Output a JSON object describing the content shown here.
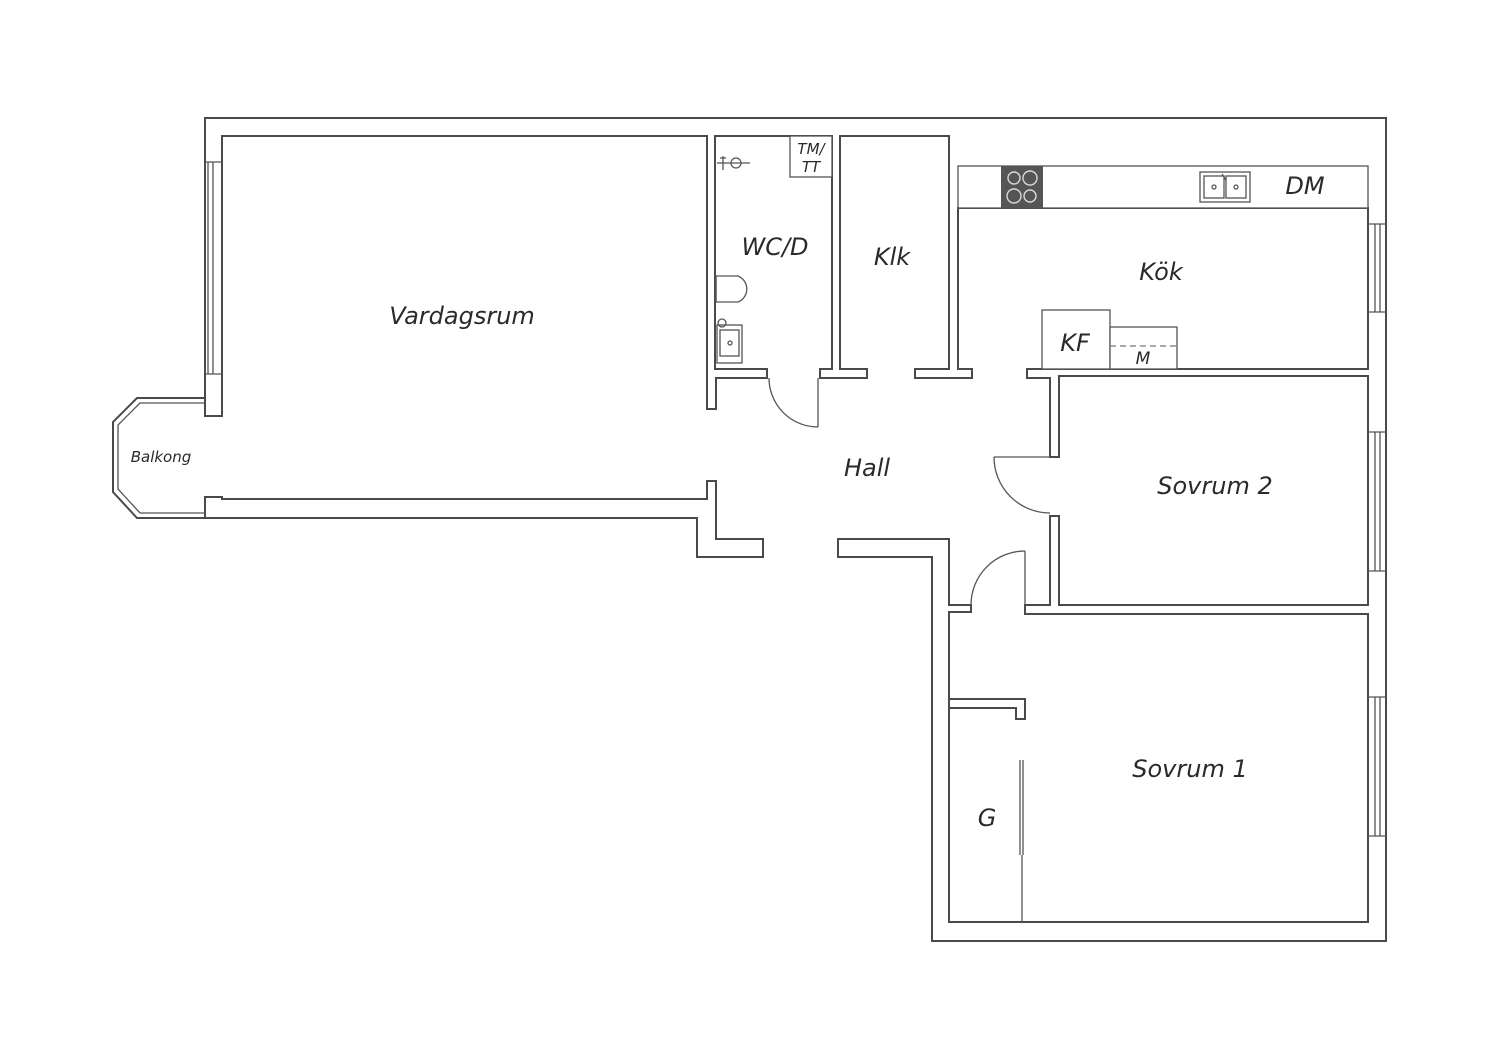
{
  "rooms": {
    "vardagsrum": "Vardagsrum",
    "balkong": "Balkong",
    "wcd": "WC/D",
    "tmtt_line1": "TM/",
    "tmtt_line2": "TT",
    "klk": "Klk",
    "kok": "Kök",
    "dm": "DM",
    "kf": "KF",
    "m": "M",
    "hall": "Hall",
    "sovrum2": "Sovrum 2",
    "sovrum1": "Sovrum 1",
    "g": "G"
  },
  "colors": {
    "wall": "#4a4a4a",
    "background": "#ffffff",
    "cooktop": "#555555"
  }
}
